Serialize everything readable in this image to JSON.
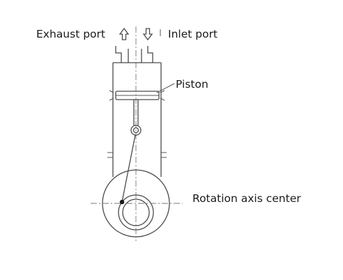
{
  "labels": {
    "exhaust_port": "Exhaust port",
    "inlet_port": "Inlet port",
    "piston": "Piston",
    "rotation_axis_center": "Rotation axis center"
  },
  "icons": {
    "exhaust_arrow": "arrow-up-outline-icon",
    "inlet_arrow": "arrow-down-outline-icon"
  },
  "colors": {
    "line": "#4a4a4a",
    "text": "#1a1a1a",
    "background": "#ffffff"
  }
}
